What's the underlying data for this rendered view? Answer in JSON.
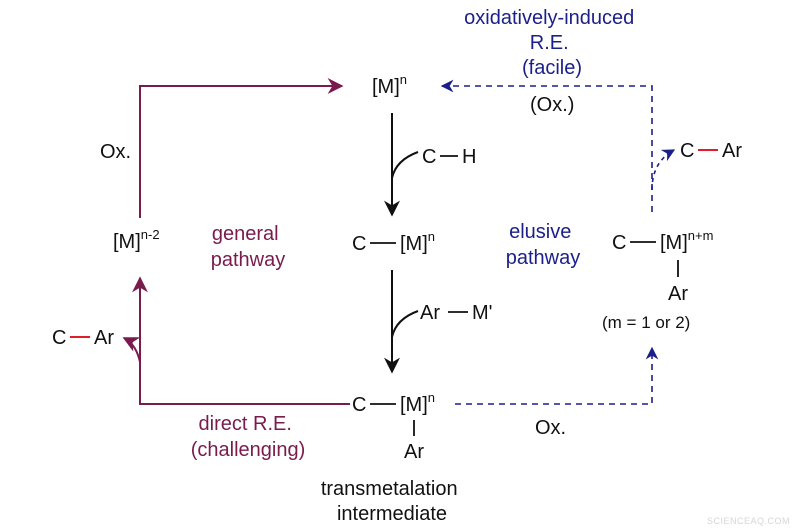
{
  "colors": {
    "general": "#7a1b4e",
    "elusive": "#1b1f8a",
    "text": "#111111",
    "bond_highlight": "#e11d2a"
  },
  "nodes": {
    "mn_top": {
      "base": "[M]",
      "sup": "n"
    },
    "mn2": {
      "base": "[M]",
      "sup": "n-2"
    },
    "cm_mid": {
      "c": "C",
      "base": "[M]",
      "sup": "n"
    },
    "cm_bottom": {
      "c": "C",
      "base": "[M]",
      "sup": "n",
      "ar": "Ar"
    },
    "cm_right": {
      "c": "C",
      "base": "[M]",
      "sup": "n+m",
      "ar": "Ar"
    }
  },
  "reagents": {
    "ch": {
      "c": "C",
      "h": "H"
    },
    "arm": {
      "ar": "Ar",
      "m": "M'"
    },
    "car_left": {
      "c": "C",
      "ar": "Ar"
    },
    "car_right": {
      "c": "C",
      "ar": "Ar"
    }
  },
  "labels": {
    "ox_left": "Ox.",
    "ox_bottom": "Ox.",
    "ox_paren": "(Ox.)",
    "general_pathway": [
      "general",
      "pathway"
    ],
    "elusive_pathway": [
      "elusive",
      "pathway"
    ],
    "direct_re": [
      "direct R.E.",
      "(challenging)"
    ],
    "oxidatively_re": [
      "oxidatively-induced",
      "R.E.",
      "(facile)"
    ],
    "m_value": "(m = 1 or 2)",
    "transmetalation": [
      "transmetalation",
      "intermediate"
    ]
  },
  "watermark": "SCIENCEAQ.COM"
}
